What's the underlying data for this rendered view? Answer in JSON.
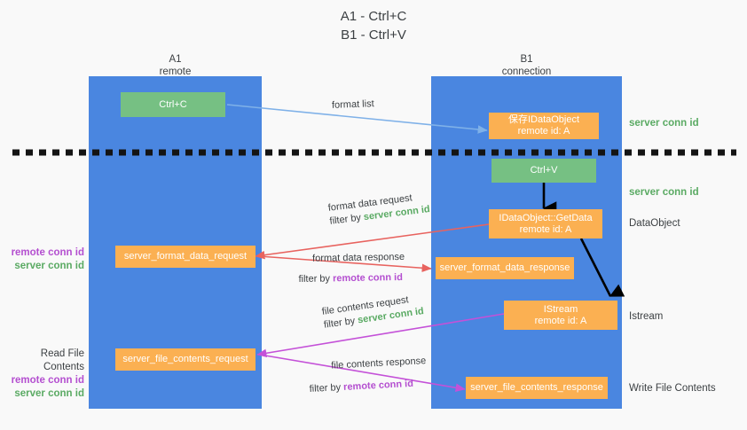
{
  "title": {
    "line1": "A1 - Ctrl+C",
    "line2": "B1 - Ctrl+V"
  },
  "columns": [
    {
      "name": "A1",
      "sub": "remote"
    },
    {
      "name": "B1",
      "sub": "connection"
    }
  ],
  "boxes": {
    "ctrl_c": {
      "label": "Ctrl+C"
    },
    "save_idataobject": {
      "line1": "保存IDataObject",
      "line2": "remote id: A"
    },
    "ctrl_v": {
      "label": "Ctrl+V"
    },
    "getdata": {
      "line1": "IDataObject::GetData",
      "line2": "remote id: A"
    },
    "format_data_request": {
      "label": "server_format_data_request"
    },
    "format_data_response": {
      "label": "server_format_data_response"
    },
    "istream": {
      "line1": "IStream",
      "line2": "remote id: A"
    },
    "file_contents_request": {
      "label": "server_file_contents_request"
    },
    "file_contents_response": {
      "label": "server_file_contents_response"
    }
  },
  "right_annotations": [
    {
      "text": "server conn id",
      "kind": "green"
    },
    {
      "text": "server conn id",
      "kind": "green"
    },
    {
      "text": "DataObject",
      "kind": "dark"
    },
    {
      "text": "Istream",
      "kind": "dark"
    },
    {
      "text": "Write File Contents",
      "kind": "dark"
    }
  ],
  "left_annotations": {
    "format": {
      "remote": "remote conn id",
      "server": "server conn id"
    },
    "file": {
      "title": "Read File Contents",
      "remote": "remote conn id",
      "server": "server conn id"
    }
  },
  "arrow_labels": {
    "format_list": "format list",
    "format_data_request": {
      "line1": "format data request",
      "filter_prefix": "filter by ",
      "filter_key": "server conn id"
    },
    "format_data_response": {
      "line1": "format data response",
      "filter_prefix": "filter by ",
      "filter_key": "remote conn id"
    },
    "file_contents_request": {
      "line1": "file contents request",
      "filter_prefix": "filter by ",
      "filter_key": "server conn id"
    },
    "file_contents_response": {
      "line1": "file contents response",
      "filter_prefix": "filter by ",
      "filter_key": "remote conn id"
    }
  },
  "colors": {
    "lane": "#4a86e0",
    "green_box": "#76c083",
    "orange_box": "#fbb052",
    "server_conn": "#5aaa63",
    "remote_conn": "#b44fd0",
    "red_arrow": "#e8635f",
    "purple_arrow": "#c451d8",
    "blue_arrow": "#7fb1e8",
    "black_arrow": "#000000",
    "background": "#f9f9f9"
  }
}
